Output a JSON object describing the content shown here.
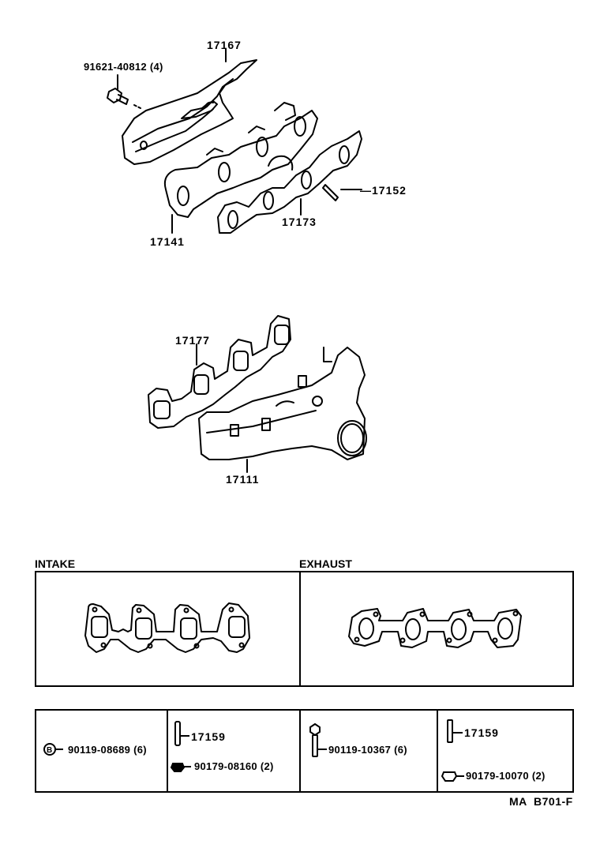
{
  "diagram": {
    "upper_assembly": {
      "parts": [
        {
          "part_no": "17167",
          "name": "heat-insulator"
        },
        {
          "part_no": "91621-40812",
          "qty": "(4)",
          "name": "bolt"
        },
        {
          "part_no": "17152",
          "name": "stud"
        },
        {
          "part_no": "17141",
          "name": "exhaust-manifold"
        },
        {
          "part_no": "17173",
          "name": "exhaust-manifold-gasket"
        }
      ]
    },
    "middle_assembly": {
      "parts": [
        {
          "part_no": "17177",
          "name": "intake-manifold-gasket"
        },
        {
          "part_no": "17111",
          "name": "intake-manifold"
        }
      ]
    },
    "gasket_panels": [
      {
        "title": "INTAKE"
      },
      {
        "title": "EXHAUST"
      }
    ],
    "fastener_table": [
      {
        "items": [
          {
            "icon": "b-circle-icon",
            "text": "90119-08689 (6)"
          }
        ]
      },
      {
        "items": [
          {
            "icon": "stud-icon",
            "text": "17159"
          },
          {
            "icon": "nut-icon",
            "text": "90179-08160 (2)"
          }
        ]
      },
      {
        "items": [
          {
            "icon": "bolt-icon",
            "text": "90119-10367 (6)"
          }
        ]
      },
      {
        "items": [
          {
            "icon": "stud-icon",
            "text": "17159"
          },
          {
            "icon": "nut-icon",
            "text": "90179-10070 (2)"
          }
        ]
      }
    ],
    "figure_code": "MA  B701-F"
  },
  "labels": {
    "p17167": "17167",
    "p91621": "91621-40812 (4)",
    "p17152": "—17152",
    "p17141": "17141",
    "p17173": "17173",
    "p17177": "17177",
    "p17111": "17111",
    "intake": "INTAKE",
    "exhaust": "EXHAUST",
    "c1": "90119-08689 (6)",
    "c2a": "17159",
    "c2b": "90179-08160 (2)",
    "c3": "90119-10367 (6)",
    "c4a": "17159",
    "c4b": "90179-10070 (2)",
    "code": "MA  B701-F"
  }
}
